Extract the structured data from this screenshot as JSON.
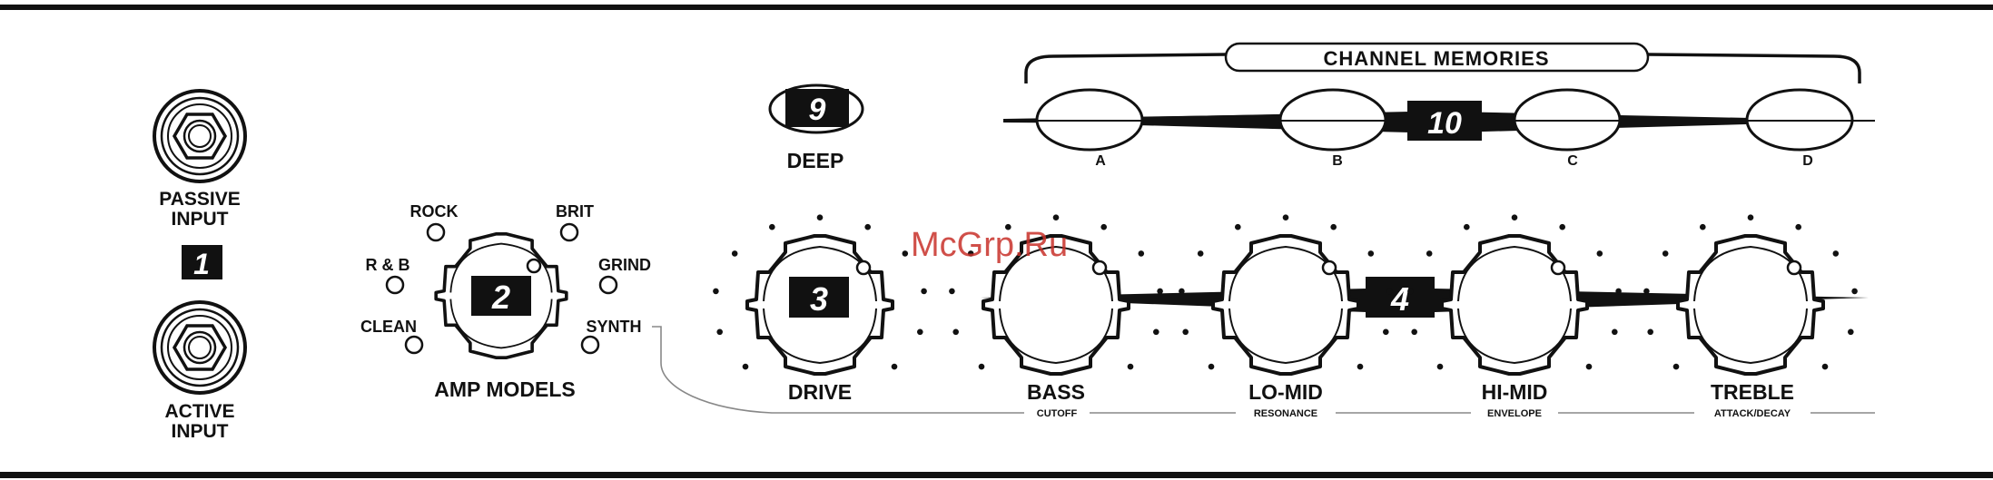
{
  "inputs": {
    "passive_label_line1": "PASSIVE",
    "passive_label_line2": "INPUT",
    "active_label_line1": "ACTIVE",
    "active_label_line2": "INPUT",
    "callout": "1"
  },
  "amp_models": {
    "title": "AMP MODELS",
    "callout": "2",
    "options": [
      "ROCK",
      "BRIT",
      "R & B",
      "GRIND",
      "CLEAN",
      "SYNTH"
    ]
  },
  "deep": {
    "label": "DEEP",
    "callout": "9"
  },
  "channel_memories": {
    "title": "CHANNEL MEMORIES",
    "callout": "10",
    "buttons": [
      "A",
      "B",
      "C",
      "D"
    ]
  },
  "knobs": {
    "drive": {
      "label": "DRIVE",
      "callout": "3"
    },
    "tone_callout": "4",
    "bass": {
      "label": "BASS",
      "sub": "CUTOFF"
    },
    "lo_mid": {
      "label": "LO-MID",
      "sub": "RESONANCE"
    },
    "hi_mid": {
      "label": "HI-MID",
      "sub": "ENVELOPE"
    },
    "treble": {
      "label": "TREBLE",
      "sub": "ATTACK/DECAY"
    }
  },
  "watermark": "McGrp.Ru"
}
